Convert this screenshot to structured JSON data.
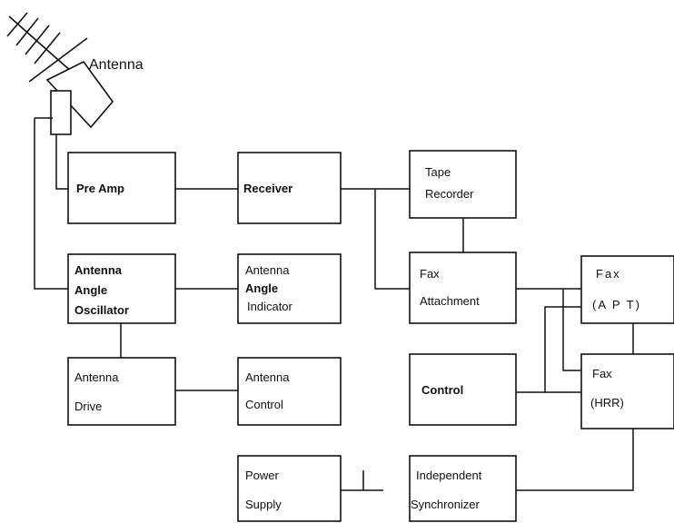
{
  "antenna": {
    "label": "Antenna"
  },
  "blocks": {
    "pre_amp": {
      "lines": [
        "Pre Amp"
      ]
    },
    "receiver": {
      "lines": [
        "Receiver"
      ]
    },
    "tape_recorder": {
      "lines": [
        "Tape",
        "Recorder"
      ]
    },
    "antenna_angle_oscillator": {
      "lines": [
        "Antenna",
        "Angle",
        "Oscillator"
      ]
    },
    "antenna_angle_indicator": {
      "lines": [
        "Antenna",
        "Angle",
        "Indicator"
      ]
    },
    "fax_attachment": {
      "lines": [
        "Fax",
        "Attachment"
      ]
    },
    "fax_apt": {
      "lines": [
        "Fax",
        "(A P T)"
      ]
    },
    "antenna_drive": {
      "lines": [
        "Antenna",
        "Drive"
      ]
    },
    "antenna_control": {
      "lines": [
        "Antenna",
        "Control"
      ]
    },
    "control": {
      "lines": [
        "Control"
      ]
    },
    "fax_hrr": {
      "lines": [
        "Fax",
        "(HRR)"
      ]
    },
    "power_supply": {
      "lines": [
        "Power",
        "Supply"
      ]
    },
    "independent_synchronizer": {
      "lines": [
        "Independent",
        "Synchronizer"
      ]
    }
  }
}
